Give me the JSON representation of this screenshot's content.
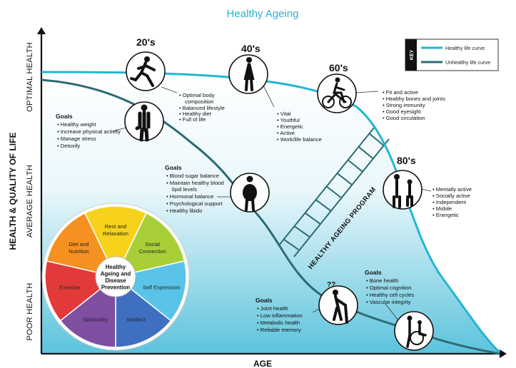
{
  "title": "Healthy Ageing",
  "y_axis_label": "HEALTH & QUALITY OF LIFE",
  "x_axis_label": "AGE",
  "health_levels": {
    "optimal": "OPTIMAL HEALTH",
    "average": "AVERAGE HEALTH",
    "poor": "POOR HEALTH"
  },
  "key": {
    "title": "KEY",
    "healthy": "Healthy life curve",
    "unhealthy": "Unhealthy life curve",
    "healthy_color": "#22b6d3",
    "unhealthy_color": "#2d6b73"
  },
  "decades": {
    "d20": "20's",
    "d40": "40's",
    "d60": "60's",
    "d80": "80's"
  },
  "healthy_lists": {
    "twenties": [
      "Optimal body",
      "composition",
      "Balanced lifestyle",
      "Healthy diet",
      "Full of life"
    ],
    "forties": [
      "Vital",
      "Youthful",
      "Energetic",
      "Active",
      "Work/life balance"
    ],
    "sixties": [
      "Fit and active",
      "Healthy bones and joints",
      "Strong immunity",
      "Good eyesight",
      "Good circulation"
    ],
    "eighties": [
      "Mentally active",
      "Socially active",
      "Independent",
      "Mobile",
      "Energetic"
    ]
  },
  "goals_label": "Goals",
  "goals_1": [
    "Healthy weight",
    "Increase physical activity",
    "Manage stress",
    "Detoxify"
  ],
  "goals_2": [
    "Blood sugar balance",
    "Maintain healthy blood",
    "lipid levels",
    "Hormonal balance",
    "Psychological support",
    "Healthy libido"
  ],
  "goals_3": [
    "Joint health",
    "Low inflammation",
    "Metabolic health",
    "Reliable memory"
  ],
  "goals_4": [
    "Bone health",
    "Optimal cognition",
    "Healthy cell cycles",
    "Vascular integrity"
  ],
  "program_label": "HEALTHY AGEING PROGRAM",
  "confused_mark": "??",
  "wheel": {
    "center": [
      "Healthy",
      "Ageing and",
      "Disease",
      "Prevention"
    ],
    "segments": [
      {
        "lines": [
          "Rest and",
          "Relaxation"
        ],
        "color": "#f7d21c"
      },
      {
        "lines": [
          "Social",
          "Connection"
        ],
        "color": "#a9cf38"
      },
      {
        "lines": [
          "Self Expression"
        ],
        "color": "#59c4e8"
      },
      {
        "lines": [
          "Intellect"
        ],
        "color": "#3f6fc0"
      },
      {
        "lines": [
          "Spirituality"
        ],
        "color": "#7f4fa2"
      },
      {
        "lines": [
          "Exercise"
        ],
        "color": "#e23a3a"
      },
      {
        "lines": [
          "Diet and",
          "Nutrition"
        ],
        "color": "#f59121"
      }
    ]
  }
}
